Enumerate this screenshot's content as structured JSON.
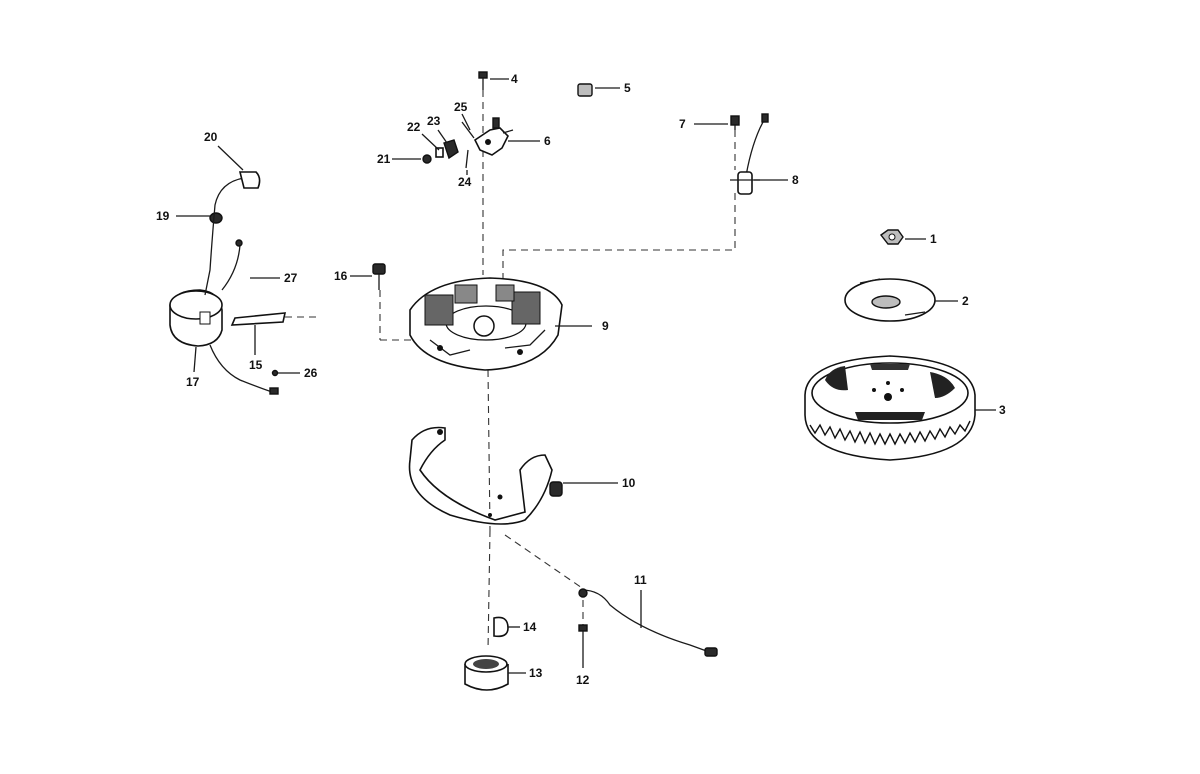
{
  "callouts": [
    {
      "id": "1",
      "text": "1"
    },
    {
      "id": "2",
      "text": "2"
    },
    {
      "id": "3",
      "text": "3"
    },
    {
      "id": "4",
      "text": "4"
    },
    {
      "id": "5",
      "text": "5"
    },
    {
      "id": "6",
      "text": "6"
    },
    {
      "id": "7",
      "text": "7"
    },
    {
      "id": "8",
      "text": "8"
    },
    {
      "id": "9",
      "text": "9"
    },
    {
      "id": "10",
      "text": "10"
    },
    {
      "id": "11",
      "text": "11"
    },
    {
      "id": "12",
      "text": "12"
    },
    {
      "id": "13",
      "text": "13"
    },
    {
      "id": "14",
      "text": "14"
    },
    {
      "id": "15",
      "text": "15"
    },
    {
      "id": "16",
      "text": "16"
    },
    {
      "id": "17",
      "text": "17"
    },
    {
      "id": "19",
      "text": "19"
    },
    {
      "id": "20",
      "text": "20"
    },
    {
      "id": "21",
      "text": "21"
    },
    {
      "id": "22",
      "text": "22"
    },
    {
      "id": "23",
      "text": "23"
    },
    {
      "id": "24",
      "text": "24"
    },
    {
      "id": "25",
      "text": "25"
    },
    {
      "id": "26",
      "text": "26"
    },
    {
      "id": "27",
      "text": "27"
    }
  ]
}
